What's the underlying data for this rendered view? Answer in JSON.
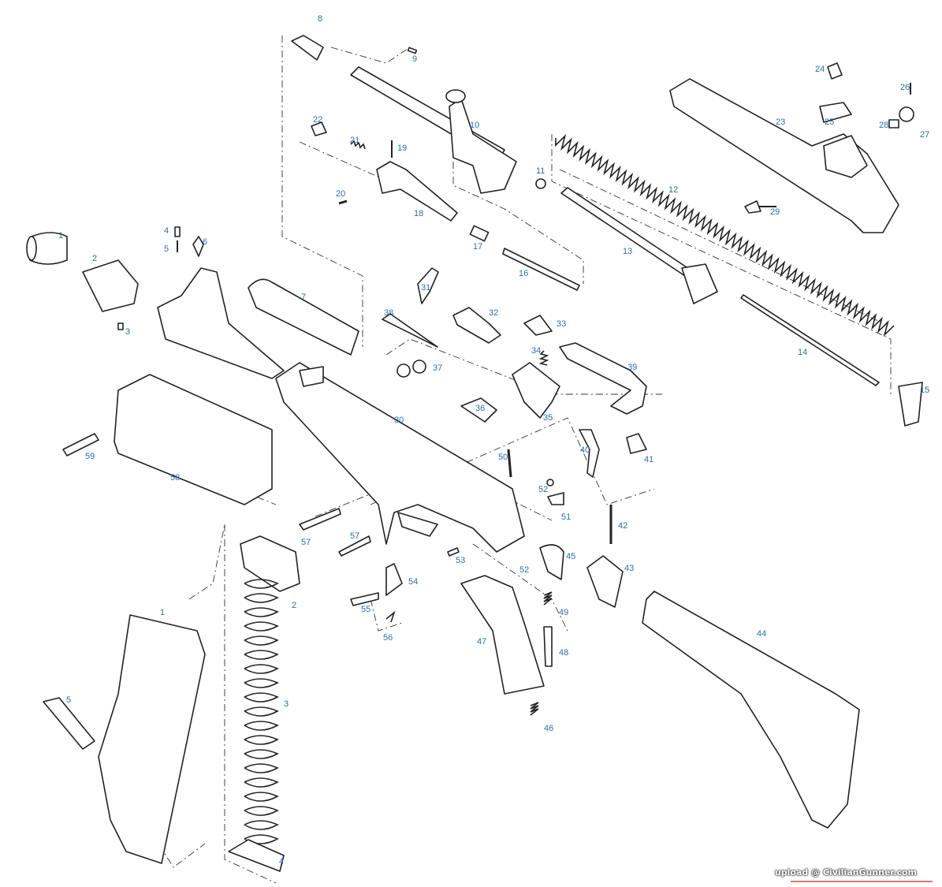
{
  "diagram": {
    "type": "exploded-parts-diagram",
    "label_color": "#2a6fb5",
    "labels": [
      "8",
      "9",
      "10",
      "11",
      "22",
      "21",
      "19",
      "20",
      "18",
      "17",
      "16",
      "12",
      "13",
      "14",
      "15",
      "23",
      "24",
      "25",
      "26",
      "27",
      "28",
      "29",
      "1",
      "2",
      "3",
      "4",
      "5",
      "6",
      "7",
      "31",
      "32",
      "33",
      "38",
      "34",
      "37",
      "39",
      "36",
      "35",
      "30",
      "40",
      "41",
      "50",
      "52",
      "51",
      "42",
      "59",
      "58",
      "57",
      "57",
      "53",
      "45",
      "43",
      "52",
      "54",
      "55",
      "56",
      "49",
      "48",
      "47",
      "44",
      "46",
      "1",
      "2",
      "3",
      "5",
      "4"
    ]
  },
  "watermark": "upload @ CivilianGunner.com"
}
